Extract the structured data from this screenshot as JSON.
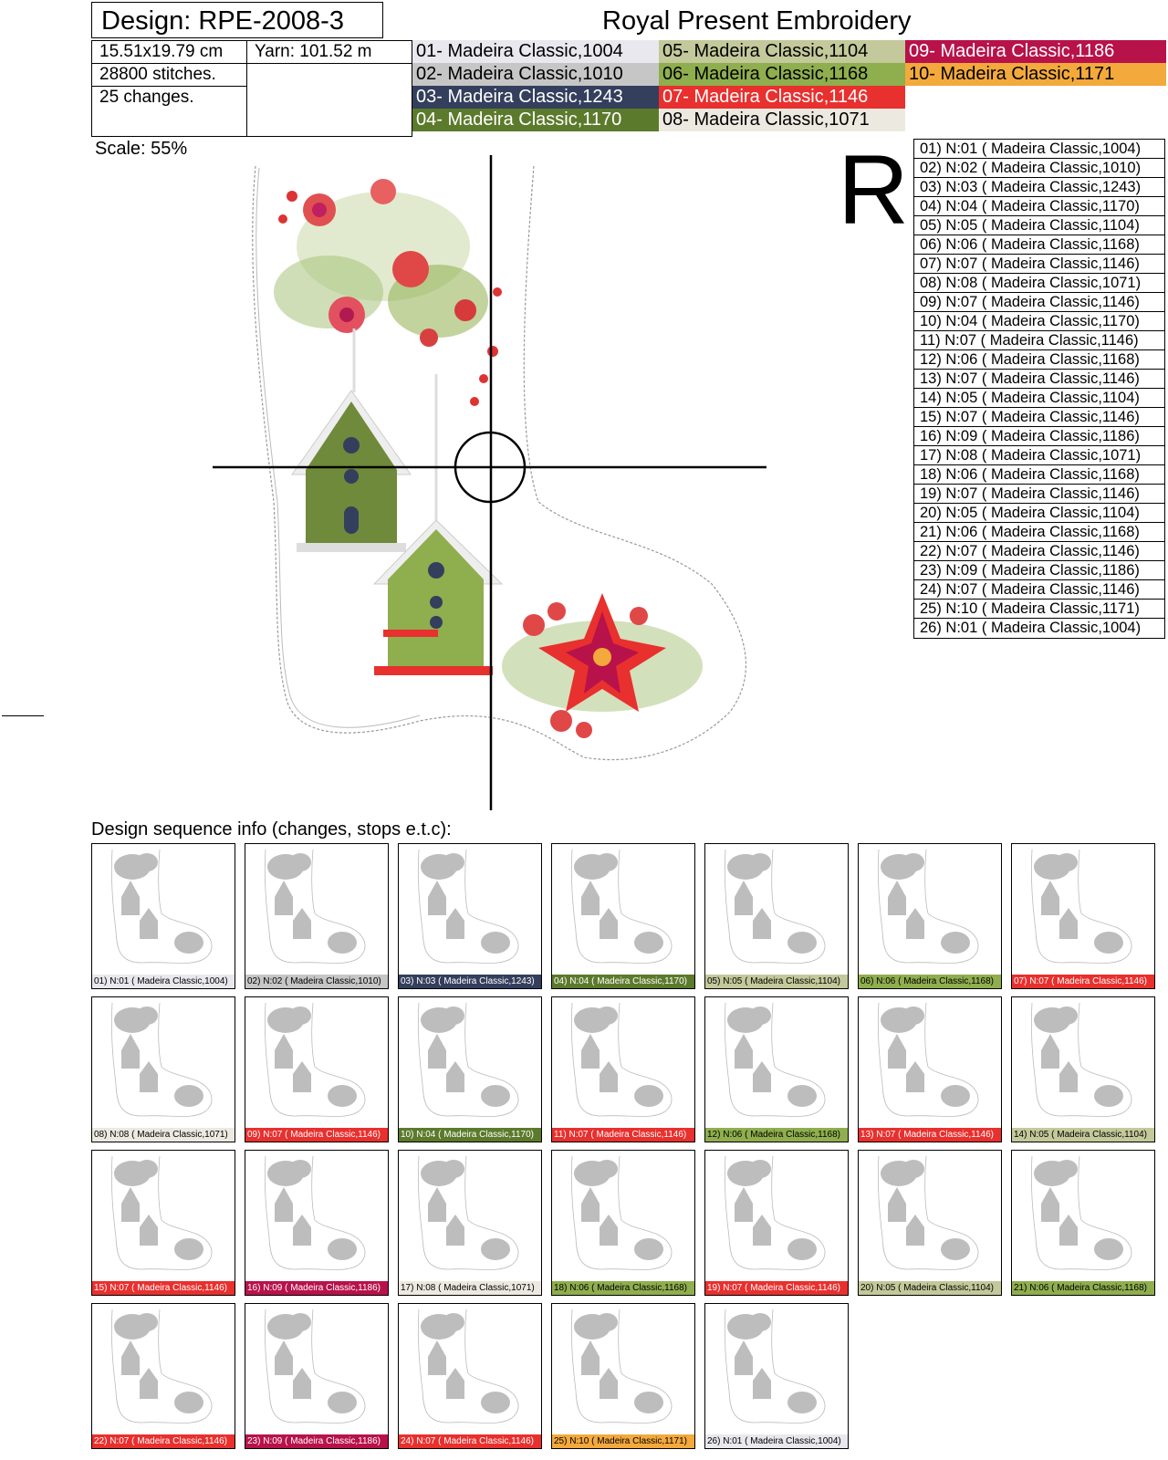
{
  "header": {
    "design_label": "Design: RPE-2008-3",
    "brand": "Royal Present Embroidery"
  },
  "info": {
    "size": "15.51x19.79 cm",
    "yarn": "Yarn: 101.52 m",
    "stitches": "28800 stitches.",
    "changes": "25 changes."
  },
  "threads": [
    {
      "label": "01- Madeira Classic,1004",
      "color": "#e8e8ee",
      "text_color": "#000"
    },
    {
      "label": "02- Madeira Classic,1010",
      "color": "#c6c6c6",
      "text_color": "#000"
    },
    {
      "label": "03- Madeira Classic,1243",
      "color": "#333f5c",
      "text_color": "#ffffff"
    },
    {
      "label": "04- Madeira Classic,1170",
      "color": "#5c7a2c",
      "text_color": "#ffffff"
    },
    {
      "label": "05- Madeira Classic,1104",
      "color": "#c3c99a",
      "text_color": "#000"
    },
    {
      "label": "06- Madeira Classic,1168",
      "color": "#8fae4e",
      "text_color": "#000"
    },
    {
      "label": "07- Madeira Classic,1146",
      "color": "#e8302e",
      "text_color": "#ffffff"
    },
    {
      "label": "08- Madeira Classic,1071",
      "color": "#ece9e0",
      "text_color": "#000"
    },
    {
      "label": "09- Madeira Classic,1186",
      "color": "#b8124a",
      "text_color": "#ffffff"
    },
    {
      "label": "10- Madeira Classic,1171",
      "color": "#f3a93c",
      "text_color": "#000"
    }
  ],
  "scale": "Scale: 55%",
  "orientation_mark": "R",
  "sequence": [
    "01) N:01 ( Madeira Classic,1004)",
    "02) N:02 ( Madeira Classic,1010)",
    "03) N:03 ( Madeira Classic,1243)",
    "04) N:04 ( Madeira Classic,1170)",
    "05) N:05 ( Madeira Classic,1104)",
    "06) N:06 ( Madeira Classic,1168)",
    "07) N:07 ( Madeira Classic,1146)",
    "08) N:08 ( Madeira Classic,1071)",
    "09) N:07 ( Madeira Classic,1146)",
    "10) N:04 ( Madeira Classic,1170)",
    "11) N:07 ( Madeira Classic,1146)",
    "12) N:06 ( Madeira Classic,1168)",
    "13) N:07 ( Madeira Classic,1146)",
    "14) N:05 ( Madeira Classic,1104)",
    "15) N:07 ( Madeira Classic,1146)",
    "16) N:09 ( Madeira Classic,1186)",
    "17) N:08 ( Madeira Classic,1071)",
    "18) N:06 ( Madeira Classic,1168)",
    "19) N:07 ( Madeira Classic,1146)",
    "20) N:05 ( Madeira Classic,1104)",
    "21) N:06 ( Madeira Classic,1168)",
    "22) N:07 ( Madeira Classic,1146)",
    "23) N:09 ( Madeira Classic,1186)",
    "24) N:07 ( Madeira Classic,1146)",
    "25) N:10 ( Madeira Classic,1171)",
    "26) N:01 ( Madeira Classic,1004)"
  ],
  "sequence_title": "Design sequence info (changes, stops e.t.c):",
  "thumbnails": [
    {
      "label": "01) N:01 ( Madeira Classic,1004)",
      "thread": 1
    },
    {
      "label": "02) N:02 ( Madeira Classic,1010)",
      "thread": 2
    },
    {
      "label": "03) N:03 ( Madeira Classic,1243)",
      "thread": 3
    },
    {
      "label": "04) N:04 ( Madeira Classic,1170)",
      "thread": 4
    },
    {
      "label": "05) N:05 ( Madeira Classic,1104)",
      "thread": 5
    },
    {
      "label": "06) N:06 ( Madeira Classic,1168)",
      "thread": 6
    },
    {
      "label": "07) N:07 ( Madeira Classic,1146)",
      "thread": 7
    },
    {
      "label": "08) N:08 ( Madeira Classic,1071)",
      "thread": 8
    },
    {
      "label": "09) N:07 ( Madeira Classic,1146)",
      "thread": 7
    },
    {
      "label": "10) N:04 ( Madeira Classic,1170)",
      "thread": 4
    },
    {
      "label": "11) N:07 ( Madeira Classic,1146)",
      "thread": 7
    },
    {
      "label": "12) N:06 ( Madeira Classic,1168)",
      "thread": 6
    },
    {
      "label": "13) N:07 ( Madeira Classic,1146)",
      "thread": 7
    },
    {
      "label": "14) N:05 ( Madeira Classic,1104)",
      "thread": 5
    },
    {
      "label": "15) N:07 ( Madeira Classic,1146)",
      "thread": 7
    },
    {
      "label": "16) N:09 ( Madeira Classic,1186)",
      "thread": 9
    },
    {
      "label": "17) N:08 ( Madeira Classic,1071)",
      "thread": 8
    },
    {
      "label": "18) N:06 ( Madeira Classic,1168)",
      "thread": 6
    },
    {
      "label": "19) N:07 ( Madeira Classic,1146)",
      "thread": 7
    },
    {
      "label": "20) N:05 ( Madeira Classic,1104)",
      "thread": 5
    },
    {
      "label": "21) N:06 ( Madeira Classic,1168)",
      "thread": 6
    },
    {
      "label": "22) N:07 ( Madeira Classic,1146)",
      "thread": 7
    },
    {
      "label": "23) N:09 ( Madeira Classic,1186)",
      "thread": 9
    },
    {
      "label": "24) N:07 ( Madeira Classic,1146)",
      "thread": 7
    },
    {
      "label": "25) N:10 ( Madeira Classic,1171)",
      "thread": 10
    },
    {
      "label": "26) N:01 ( Madeira Classic,1004)",
      "thread": 1
    }
  ]
}
